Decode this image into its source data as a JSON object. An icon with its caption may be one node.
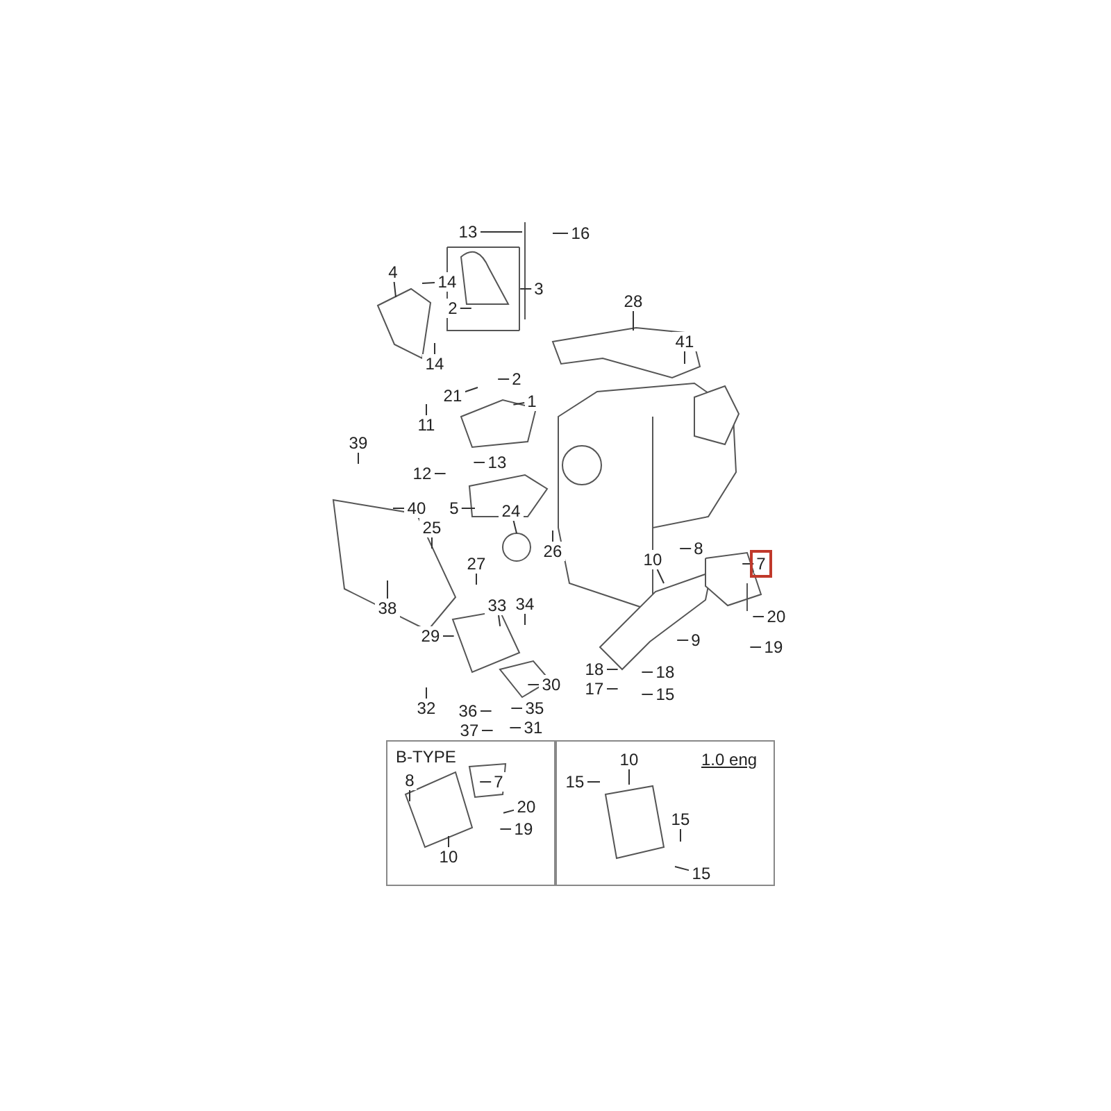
{
  "diagram": {
    "nodes": [
      {
        "text": [
          "13"
        ]
      },
      {
        "text": [
          "16"
        ]
      },
      {
        "text": [
          "4"
        ]
      },
      {
        "text": [
          "14"
        ]
      },
      {
        "text": [
          "3"
        ]
      },
      {
        "text": [
          "2"
        ]
      },
      {
        "text": [
          "28"
        ]
      },
      {
        "text": [
          "14"
        ]
      },
      {
        "text": [
          "41"
        ]
      },
      {
        "text": [
          "2"
        ]
      },
      {
        "text": [
          "21"
        ]
      },
      {
        "text": [
          "1"
        ]
      },
      {
        "text": [
          "11"
        ]
      },
      {
        "text": [
          "39"
        ]
      },
      {
        "text": [
          "13"
        ]
      },
      {
        "text": [
          "12"
        ]
      },
      {
        "text": [
          "40"
        ]
      },
      {
        "text": [
          "5"
        ]
      },
      {
        "text": [
          "24"
        ]
      },
      {
        "text": [
          "25"
        ]
      },
      {
        "text": [
          "26"
        ]
      },
      {
        "text": [
          "27"
        ]
      },
      {
        "text": [
          "8"
        ]
      },
      {
        "text": [
          "7"
        ]
      },
      {
        "text": [
          "10"
        ]
      },
      {
        "text": [
          "38"
        ]
      },
      {
        "text": [
          "33"
        ]
      },
      {
        "text": [
          "34"
        ]
      },
      {
        "text": [
          "20"
        ]
      },
      {
        "text": [
          "29"
        ]
      },
      {
        "text": [
          "9"
        ]
      },
      {
        "text": [
          "19"
        ]
      },
      {
        "text": [
          "18"
        ]
      },
      {
        "text": [
          "18"
        ]
      },
      {
        "text": [
          "30"
        ]
      },
      {
        "text": [
          "17"
        ]
      },
      {
        "text": [
          "15"
        ]
      },
      {
        "text": [
          "32"
        ]
      },
      {
        "text": [
          "36"
        ]
      },
      {
        "text": [
          "35"
        ]
      },
      {
        "text": [
          "37"
        ]
      },
      {
        "text": [
          "31"
        ]
      },
      {
        "text": [
          "B-TYPE"
        ]
      },
      {
        "text": [
          "8"
        ],
        "in": 42
      },
      {
        "text": [
          "7"
        ],
        "in": 42
      },
      {
        "text": [
          "20"
        ],
        "in": 42
      },
      {
        "text": [
          "19"
        ],
        "in": 42
      },
      {
        "text": [
          "10"
        ],
        "in": 42
      },
      {
        "text": [
          "1.0 eng"
        ]
      },
      {
        "text": [
          "10"
        ],
        "in": 48
      },
      {
        "text": [
          "15"
        ],
        "in": 48
      },
      {
        "text": [
          "15"
        ],
        "in": 48
      },
      {
        "text": [
          "15"
        ],
        "in": 48
      }
    ],
    "edges": [
      {
        "from": 0,
        "to": null,
        "arrow": "none"
      },
      {
        "from": 1,
        "to": null,
        "arrow": "none"
      },
      {
        "from": 2,
        "to": null,
        "arrow": "none"
      },
      {
        "from": 3,
        "to": null,
        "arrow": "none"
      },
      {
        "from": 4,
        "to": null,
        "arrow": "none"
      },
      {
        "from": 5,
        "to": null,
        "arrow": "none"
      },
      {
        "from": 6,
        "to": null,
        "arrow": "none"
      },
      {
        "from": 7,
        "to": null,
        "arrow": "none"
      },
      {
        "from": 8,
        "to": null,
        "arrow": "none"
      },
      {
        "from": 9,
        "to": null,
        "arrow": "none"
      },
      {
        "from": 10,
        "to": null,
        "arrow": "none"
      },
      {
        "from": 11,
        "to": null,
        "arrow": "none"
      },
      {
        "from": 12,
        "to": null,
        "arrow": "none"
      },
      {
        "from": 13,
        "to": null,
        "arrow": "none"
      },
      {
        "from": 14,
        "to": null,
        "arrow": "none"
      },
      {
        "from": 15,
        "to": null,
        "arrow": "none"
      },
      {
        "from": 16,
        "to": null,
        "arrow": "none"
      },
      {
        "from": 17,
        "to": null,
        "arrow": "none"
      },
      {
        "from": 18,
        "to": null,
        "arrow": "none"
      },
      {
        "from": 19,
        "to": null,
        "arrow": "none"
      },
      {
        "from": 20,
        "to": null,
        "arrow": "none"
      },
      {
        "from": 21,
        "to": null,
        "arrow": "none"
      },
      {
        "from": 22,
        "to": null,
        "arrow": "none"
      },
      {
        "from": 23,
        "to": null,
        "arrow": "none"
      },
      {
        "from": 24,
        "to": null,
        "arrow": "none"
      },
      {
        "from": 25,
        "to": null,
        "arrow": "none"
      },
      {
        "from": 26,
        "to": null,
        "arrow": "none"
      },
      {
        "from": 27,
        "to": null,
        "arrow": "none"
      },
      {
        "from": 28,
        "to": null,
        "arrow": "none"
      },
      {
        "from": 29,
        "to": null,
        "arrow": "none"
      },
      {
        "from": 30,
        "to": null,
        "arrow": "none"
      },
      {
        "from": 31,
        "to": null,
        "arrow": "none"
      },
      {
        "from": 32,
        "to": null,
        "arrow": "none"
      },
      {
        "from": 33,
        "to": null,
        "arrow": "none"
      },
      {
        "from": 34,
        "to": null,
        "arrow": "none"
      },
      {
        "from": 35,
        "to": null,
        "arrow": "none"
      },
      {
        "from": 36,
        "to": null,
        "arrow": "none"
      },
      {
        "from": 37,
        "to": null,
        "arrow": "none"
      },
      {
        "from": 38,
        "to": null,
        "arrow": "none"
      },
      {
        "from": 39,
        "to": null,
        "arrow": "none"
      },
      {
        "from": 40,
        "to": null,
        "arrow": "none"
      },
      {
        "from": 41,
        "to": null,
        "arrow": "none"
      },
      {
        "from": 43,
        "to": null,
        "arrow": "none"
      },
      {
        "from": 44,
        "to": null,
        "arrow": "none"
      },
      {
        "from": 45,
        "to": null,
        "arrow": "none"
      },
      {
        "from": 46,
        "to": null,
        "arrow": "none"
      },
      {
        "from": 47,
        "to": null,
        "arrow": "none"
      },
      {
        "from": 49,
        "to": null,
        "arrow": "none"
      },
      {
        "from": 50,
        "to": null,
        "arrow": "none"
      },
      {
        "from": 51,
        "to": null,
        "arrow": "none"
      },
      {
        "from": 52,
        "to": null,
        "arrow": "none"
      }
    ]
  }
}
